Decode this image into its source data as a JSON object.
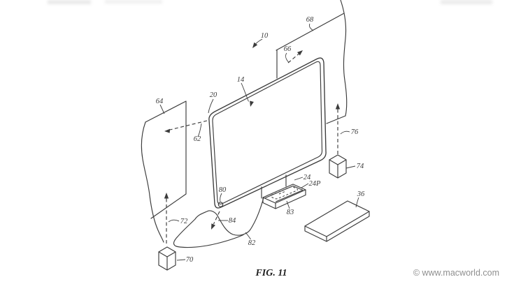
{
  "figure": {
    "caption": "FIG. 11"
  },
  "watermark": {
    "text": "© www.macworld.com",
    "color": "#8f8f8f"
  },
  "drawing": {
    "type": "patent-line-art",
    "stroke_color": "#3b3b3b",
    "background_color": "#ffffff",
    "labels": [
      {
        "ref": "10"
      },
      {
        "ref": "68"
      },
      {
        "ref": "66"
      },
      {
        "ref": "14"
      },
      {
        "ref": "20"
      },
      {
        "ref": "64"
      },
      {
        "ref": "62"
      },
      {
        "ref": "76"
      },
      {
        "ref": "74"
      },
      {
        "ref": "24"
      },
      {
        "ref": "24P"
      },
      {
        "ref": "80"
      },
      {
        "ref": "83"
      },
      {
        "ref": "84"
      },
      {
        "ref": "72"
      },
      {
        "ref": "36"
      },
      {
        "ref": "82"
      },
      {
        "ref": "70"
      }
    ]
  }
}
